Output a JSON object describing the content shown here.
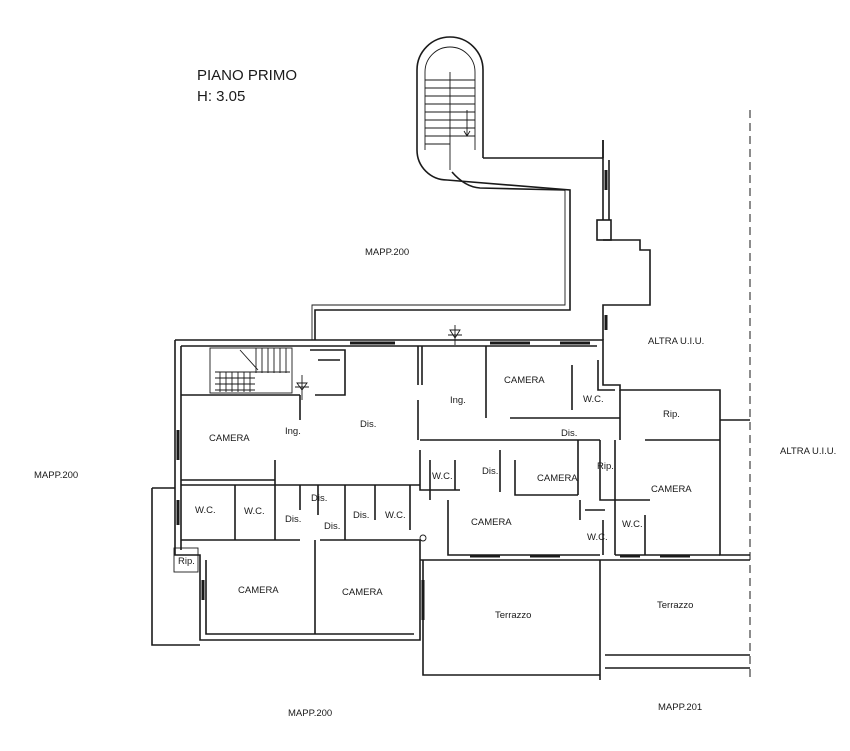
{
  "title": {
    "line1": "PIANO PRIMO",
    "line2": "H: 3.05"
  },
  "labels": {
    "mapp200_top": "MAPP.200",
    "mapp200_left": "MAPP.200",
    "mapp200_bottom": "MAPP.200",
    "mapp201_bottom": "MAPP.201",
    "altra_uiu_1": "ALTRA U.I.U.",
    "altra_uiu_2": "ALTRA U.I.U."
  },
  "rooms": {
    "camera_nw": "CAMERA",
    "ing_left": "Ing.",
    "dis_center": "Dis.",
    "ing_center": "Ing.",
    "camera_ne": "CAMERA",
    "wc_ne": "W.C.",
    "rip_ne": "Rip.",
    "dis_east": "Dis.",
    "wc_mid": "W.C.",
    "dis_mid": "Dis.",
    "camera_mid": "CAMERA",
    "rip_mid": "Rip.",
    "camera_east": "CAMERA",
    "wc_west": "W.C.",
    "wc_west2": "W.C.",
    "dis_small_1": "Dis.",
    "dis_small_2": "Dis.",
    "dis_small_3": "Dis.",
    "dis_small_4": "Dis.",
    "wc_center": "W.C.",
    "camera_south_mid": "CAMERA",
    "wc_se": "W.C.",
    "wc_se2": "W.C.",
    "rip_sw": "Rip.",
    "camera_sw": "CAMERA",
    "camera_s": "CAMERA",
    "terrazzo_1": "Terrazzo",
    "terrazzo_2": "Terrazzo"
  }
}
